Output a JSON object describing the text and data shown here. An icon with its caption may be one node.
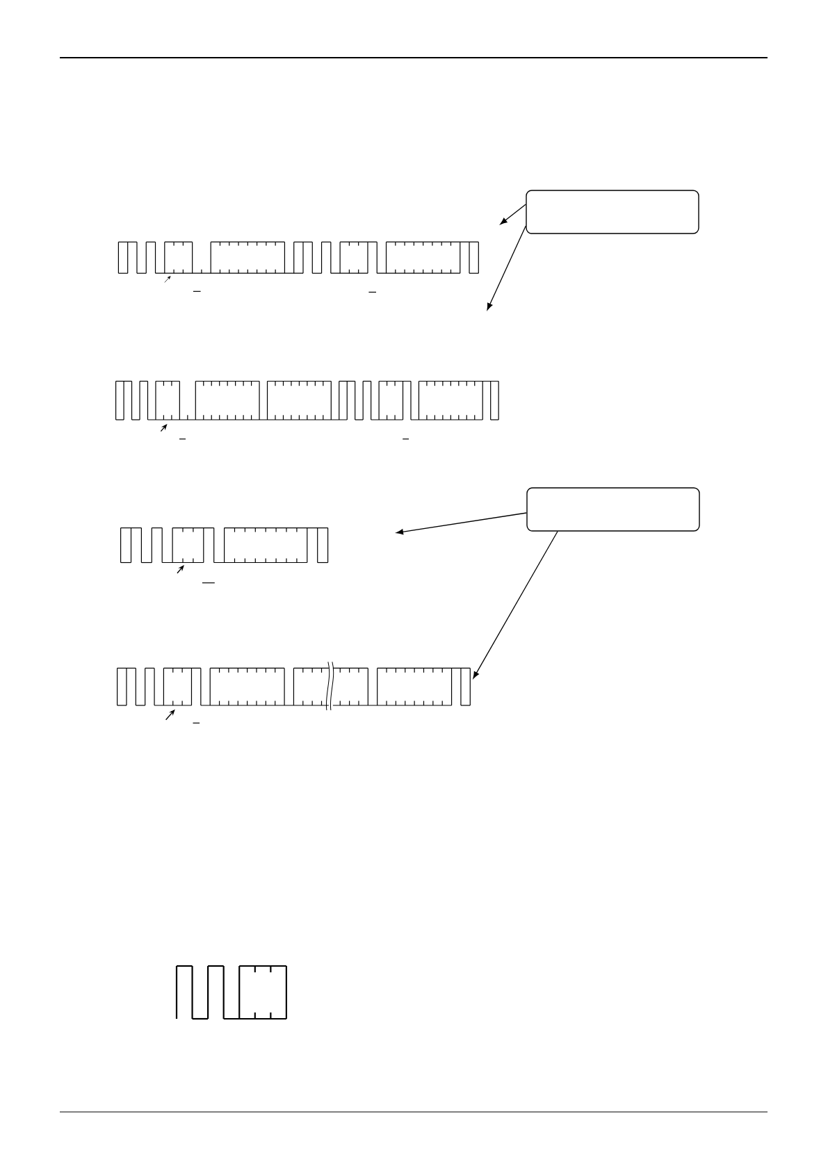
{
  "diagram": {
    "nodes": [
      {
        "text": [],
        "shape": "box"
      },
      {
        "text": [],
        "shape": "box"
      },
      {
        "text": [],
        "shape": "picture"
      }
    ],
    "edges": [
      {
        "from": 0,
        "to": null,
        "arrow": "to"
      },
      {
        "from": 0,
        "to": null,
        "arrow": "to"
      },
      {
        "from": 1,
        "to": null,
        "arrow": "to"
      },
      {
        "from": 1,
        "to": 2,
        "arrow": "to"
      }
    ]
  }
}
